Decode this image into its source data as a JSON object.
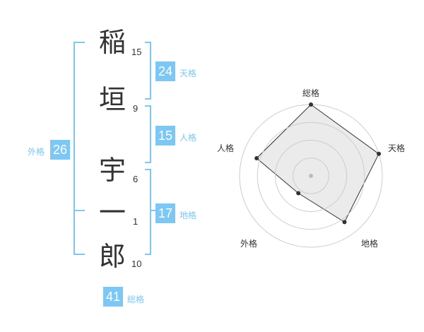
{
  "name": {
    "chars": [
      {
        "char": "稲",
        "strokes": "15"
      },
      {
        "char": "垣",
        "strokes": "9"
      },
      {
        "char": "宇",
        "strokes": "6"
      },
      {
        "char": "一",
        "strokes": "1"
      },
      {
        "char": "郎",
        "strokes": "10"
      }
    ]
  },
  "fortunes": {
    "tenkaku": {
      "value": "24",
      "label": "天格"
    },
    "jinkaku": {
      "value": "15",
      "label": "人格"
    },
    "chikaku": {
      "value": "17",
      "label": "地格"
    },
    "gaikaku": {
      "value": "26",
      "label": "外格"
    },
    "soukaku": {
      "value": "41",
      "label": "総格"
    }
  },
  "chart_data": {
    "type": "radar",
    "axes": [
      "総格",
      "天格",
      "地格",
      "外格",
      "人格"
    ],
    "values": [
      1.0,
      1.0,
      0.8,
      0.3,
      0.8
    ],
    "rings": 4,
    "colors": {
      "accent": "#7cc7f4",
      "fill": "#ebebeb",
      "line": "#333333",
      "ring": "#cccccc"
    }
  }
}
